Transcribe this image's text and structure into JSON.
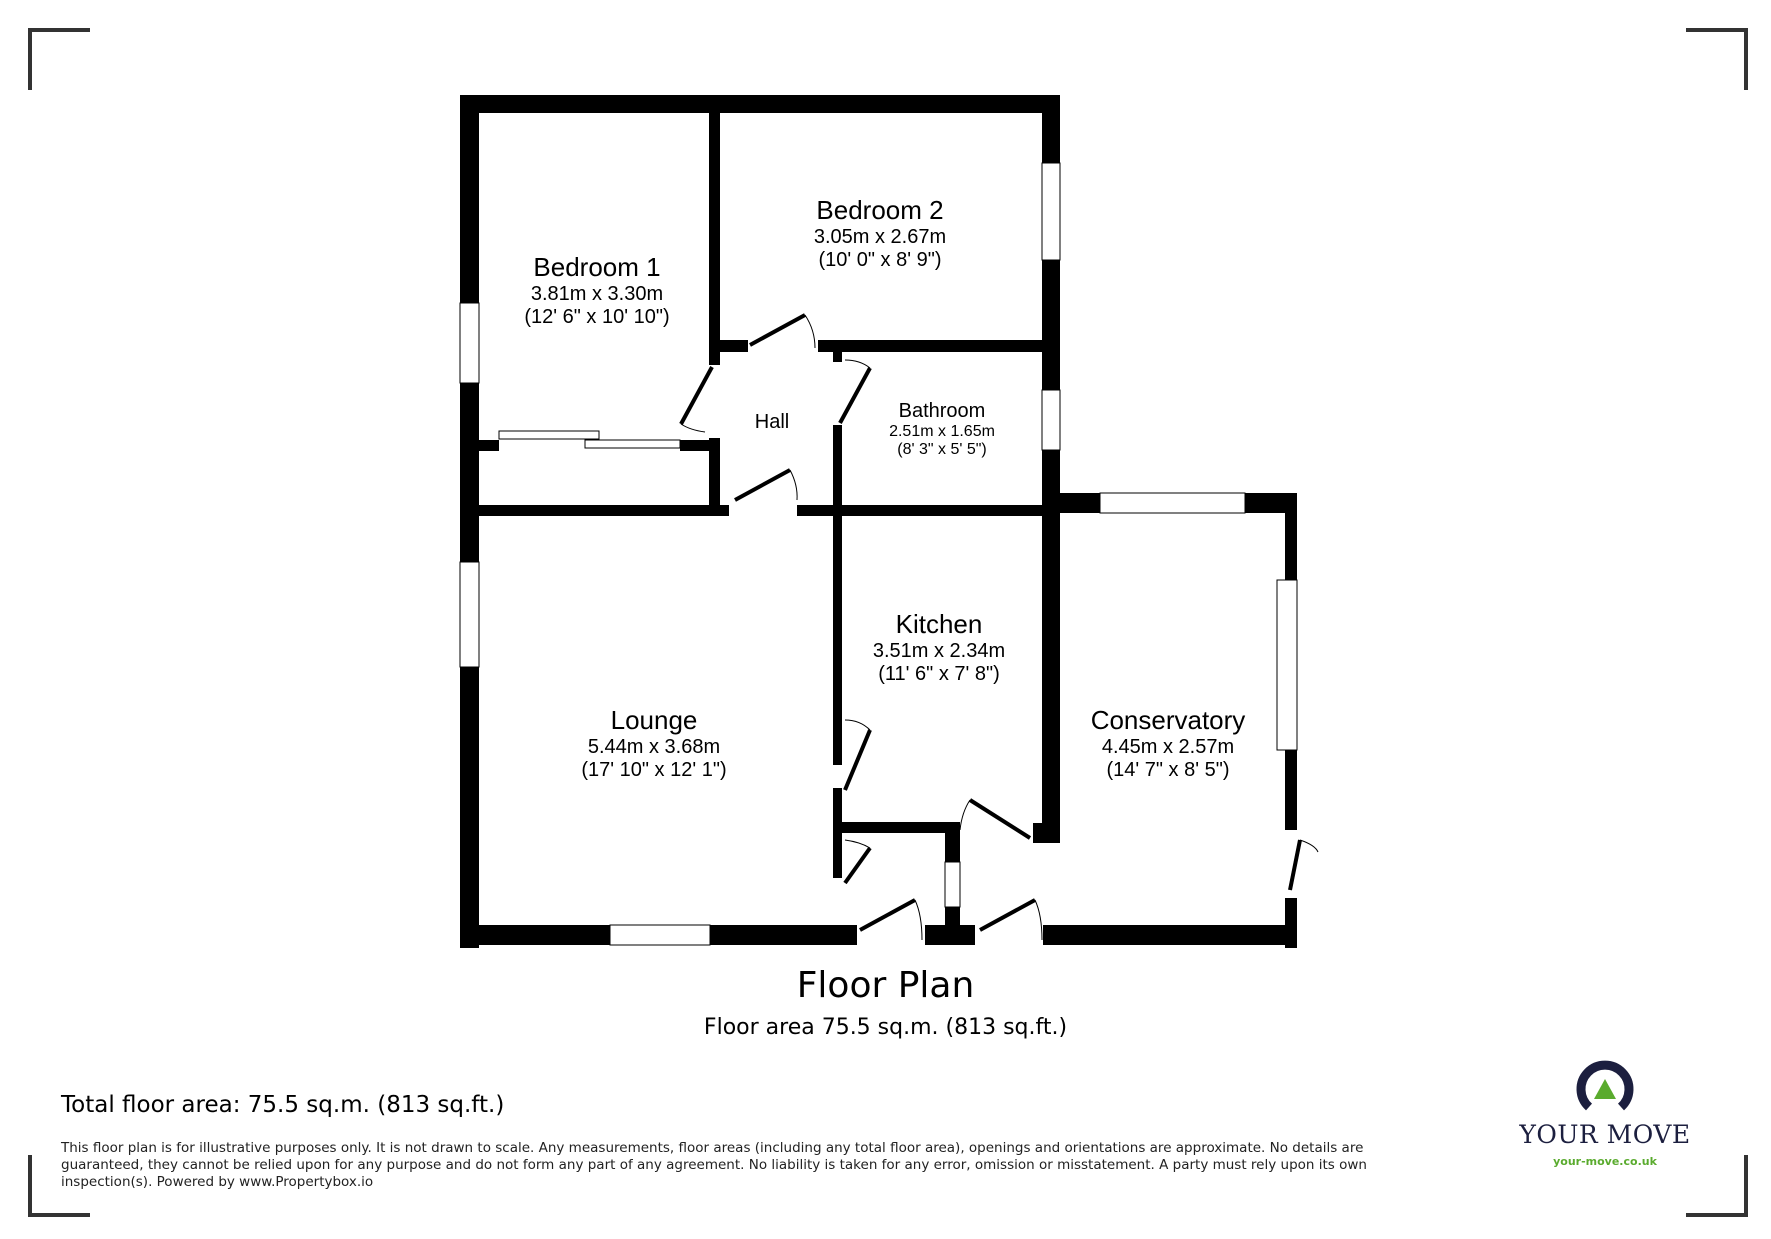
{
  "plan": {
    "title": "Floor Plan",
    "subtitle": "Floor area 75.5 sq.m. (813 sq.ft.)",
    "rooms": [
      {
        "name": "Bedroom 1",
        "metric": "3.81m x 3.30m",
        "imperial": "(12' 6\" x 10' 10\")"
      },
      {
        "name": "Bedroom 2",
        "metric": "3.05m x 2.67m",
        "imperial": "(10' 0\" x 8' 9\")"
      },
      {
        "name": "Hall"
      },
      {
        "name": "Bathroom",
        "metric": "2.51m x 1.65m",
        "imperial": "(8' 3\" x 5' 5\")"
      },
      {
        "name": "Kitchen",
        "metric": "3.51m x 2.34m",
        "imperial": "(11' 6\" x 7' 8\")"
      },
      {
        "name": "Lounge",
        "metric": "5.44m x 3.68m",
        "imperial": "(17' 10\" x 12' 1\")"
      },
      {
        "name": "Conservatory",
        "metric": "4.45m x 2.57m",
        "imperial": "(14' 7\" x 8' 5\")"
      }
    ]
  },
  "footer": {
    "total_area": "Total floor area: 75.5 sq.m. (813 sq.ft.)",
    "disclaimer": "This floor plan is for illustrative purposes only. It is not drawn to scale. Any measurements, floor areas (including any total floor area), openings and orientations are approximate. No details are guaranteed, they cannot be relied upon for any purpose and do not form any part of any agreement. No liability is taken for any error, omission or misstatement. A party must rely upon its own inspection(s). Powered by www.Propertybox.io"
  },
  "logo": {
    "name": "YOUR MOVE",
    "url": "your-move.co.uk",
    "colors": {
      "navy": "#1c1f3f",
      "green": "#5aab2e"
    }
  }
}
